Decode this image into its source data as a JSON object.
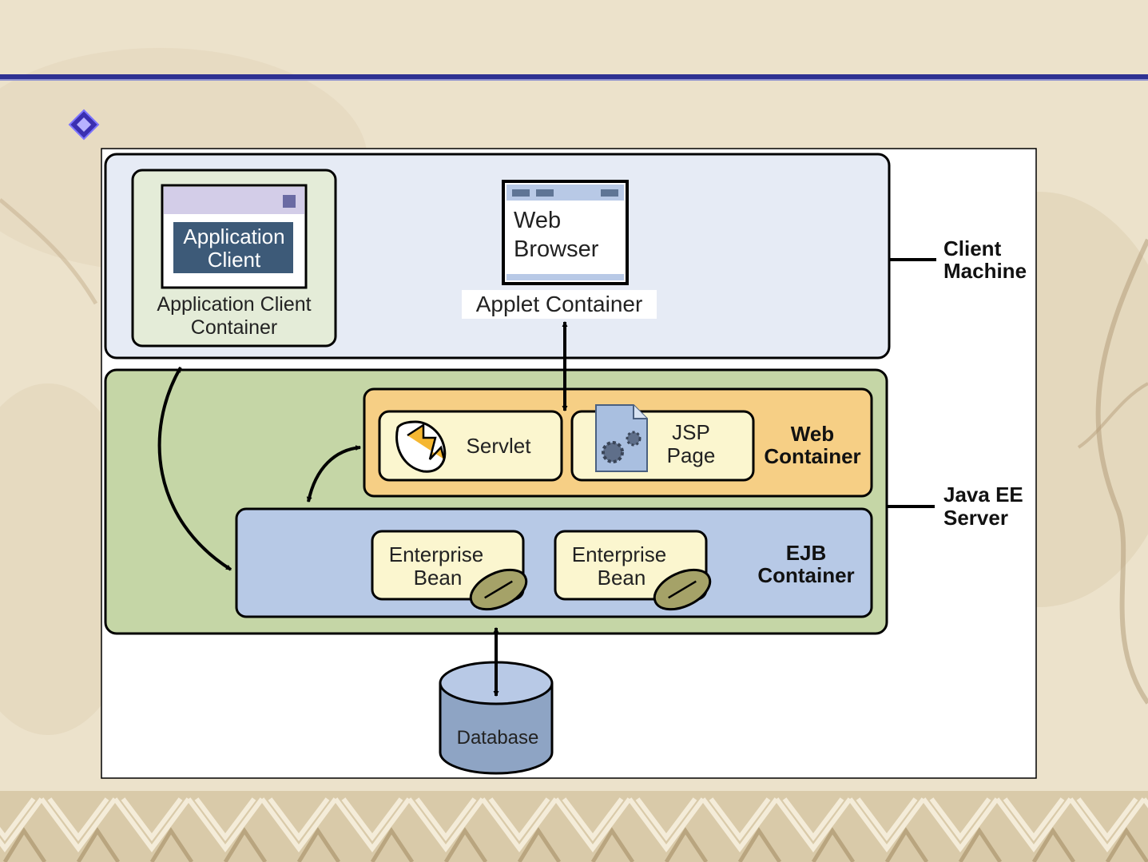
{
  "slide": {
    "bullet_icon": "diamond-bullet-icon",
    "border_pattern": "chinese-lattice-border"
  },
  "diagram": {
    "client_machine": {
      "label_line1": "Client",
      "label_line2": "Machine",
      "application_client": {
        "inner_line1": "Application",
        "inner_line2": "Client",
        "container_line1": "Application Client",
        "container_line2": "Container"
      },
      "web_browser": {
        "line1": "Web",
        "line2": "Browser",
        "container_label": "Applet Container"
      }
    },
    "java_ee_server": {
      "label_line1": "Java EE",
      "label_line2": "Server",
      "web_container": {
        "label_line1": "Web",
        "label_line2": "Container",
        "servlet": "Servlet",
        "jsp_line1": "JSP",
        "jsp_line2": "Page"
      },
      "ejb_container": {
        "label_line1": "EJB",
        "label_line2": "Container",
        "beans": [
          {
            "line1": "Enterprise",
            "line2": "Bean"
          },
          {
            "line1": "Enterprise",
            "line2": "Bean"
          }
        ]
      }
    },
    "database": {
      "label": "Database"
    }
  },
  "colors": {
    "header_rule": "#2e3192",
    "client_tier": "#e6ebf5",
    "server_tier": "#c5d6a6",
    "web_container": "#f6cf85",
    "ejb_container": "#b7c9e6",
    "component_fill": "#fbf6cf",
    "database": "#8ea4c4"
  }
}
